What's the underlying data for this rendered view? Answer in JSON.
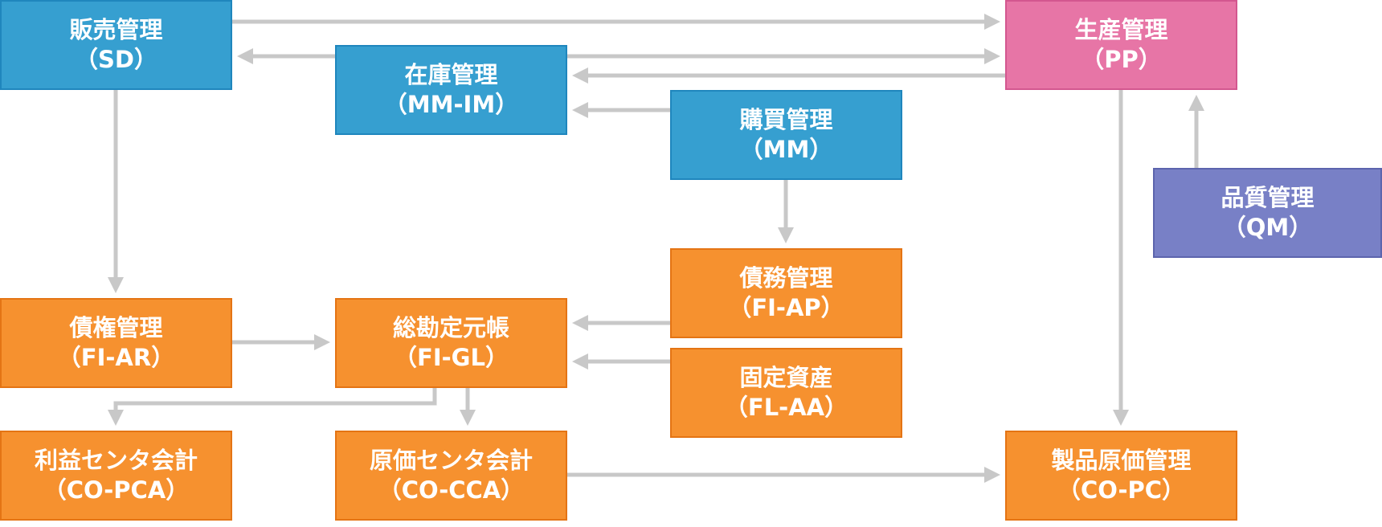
{
  "colors": {
    "blue": "#369fd0",
    "pink": "#e775a6",
    "purple": "#7880c6",
    "orange": "#f6912f",
    "connector": "#c8c8c8"
  },
  "nodes": {
    "sd": {
      "name": "販売管理",
      "code": "（SD）"
    },
    "mmim": {
      "name": "在庫管理",
      "code": "（MM-IM）"
    },
    "mm": {
      "name": "購買管理",
      "code": "（MM）"
    },
    "pp": {
      "name": "生産管理",
      "code": "（PP）"
    },
    "qm": {
      "name": "品質管理",
      "code": "（QM）"
    },
    "fiap": {
      "name": "債務管理",
      "code": "（FI-AP）"
    },
    "flaa": {
      "name": "固定資産",
      "code": "（FL-AA）"
    },
    "fiar": {
      "name": "債権管理",
      "code": "（FI-AR）"
    },
    "figl": {
      "name": "総勘定元帳",
      "code": "（FI-GL）"
    },
    "copca": {
      "name": "利益センタ会計",
      "code": "（CO-PCA）"
    },
    "cocca": {
      "name": "原価センタ会計",
      "code": "（CO-CCA）"
    },
    "copc": {
      "name": "製品原価管理",
      "code": "（CO-PC）"
    }
  }
}
